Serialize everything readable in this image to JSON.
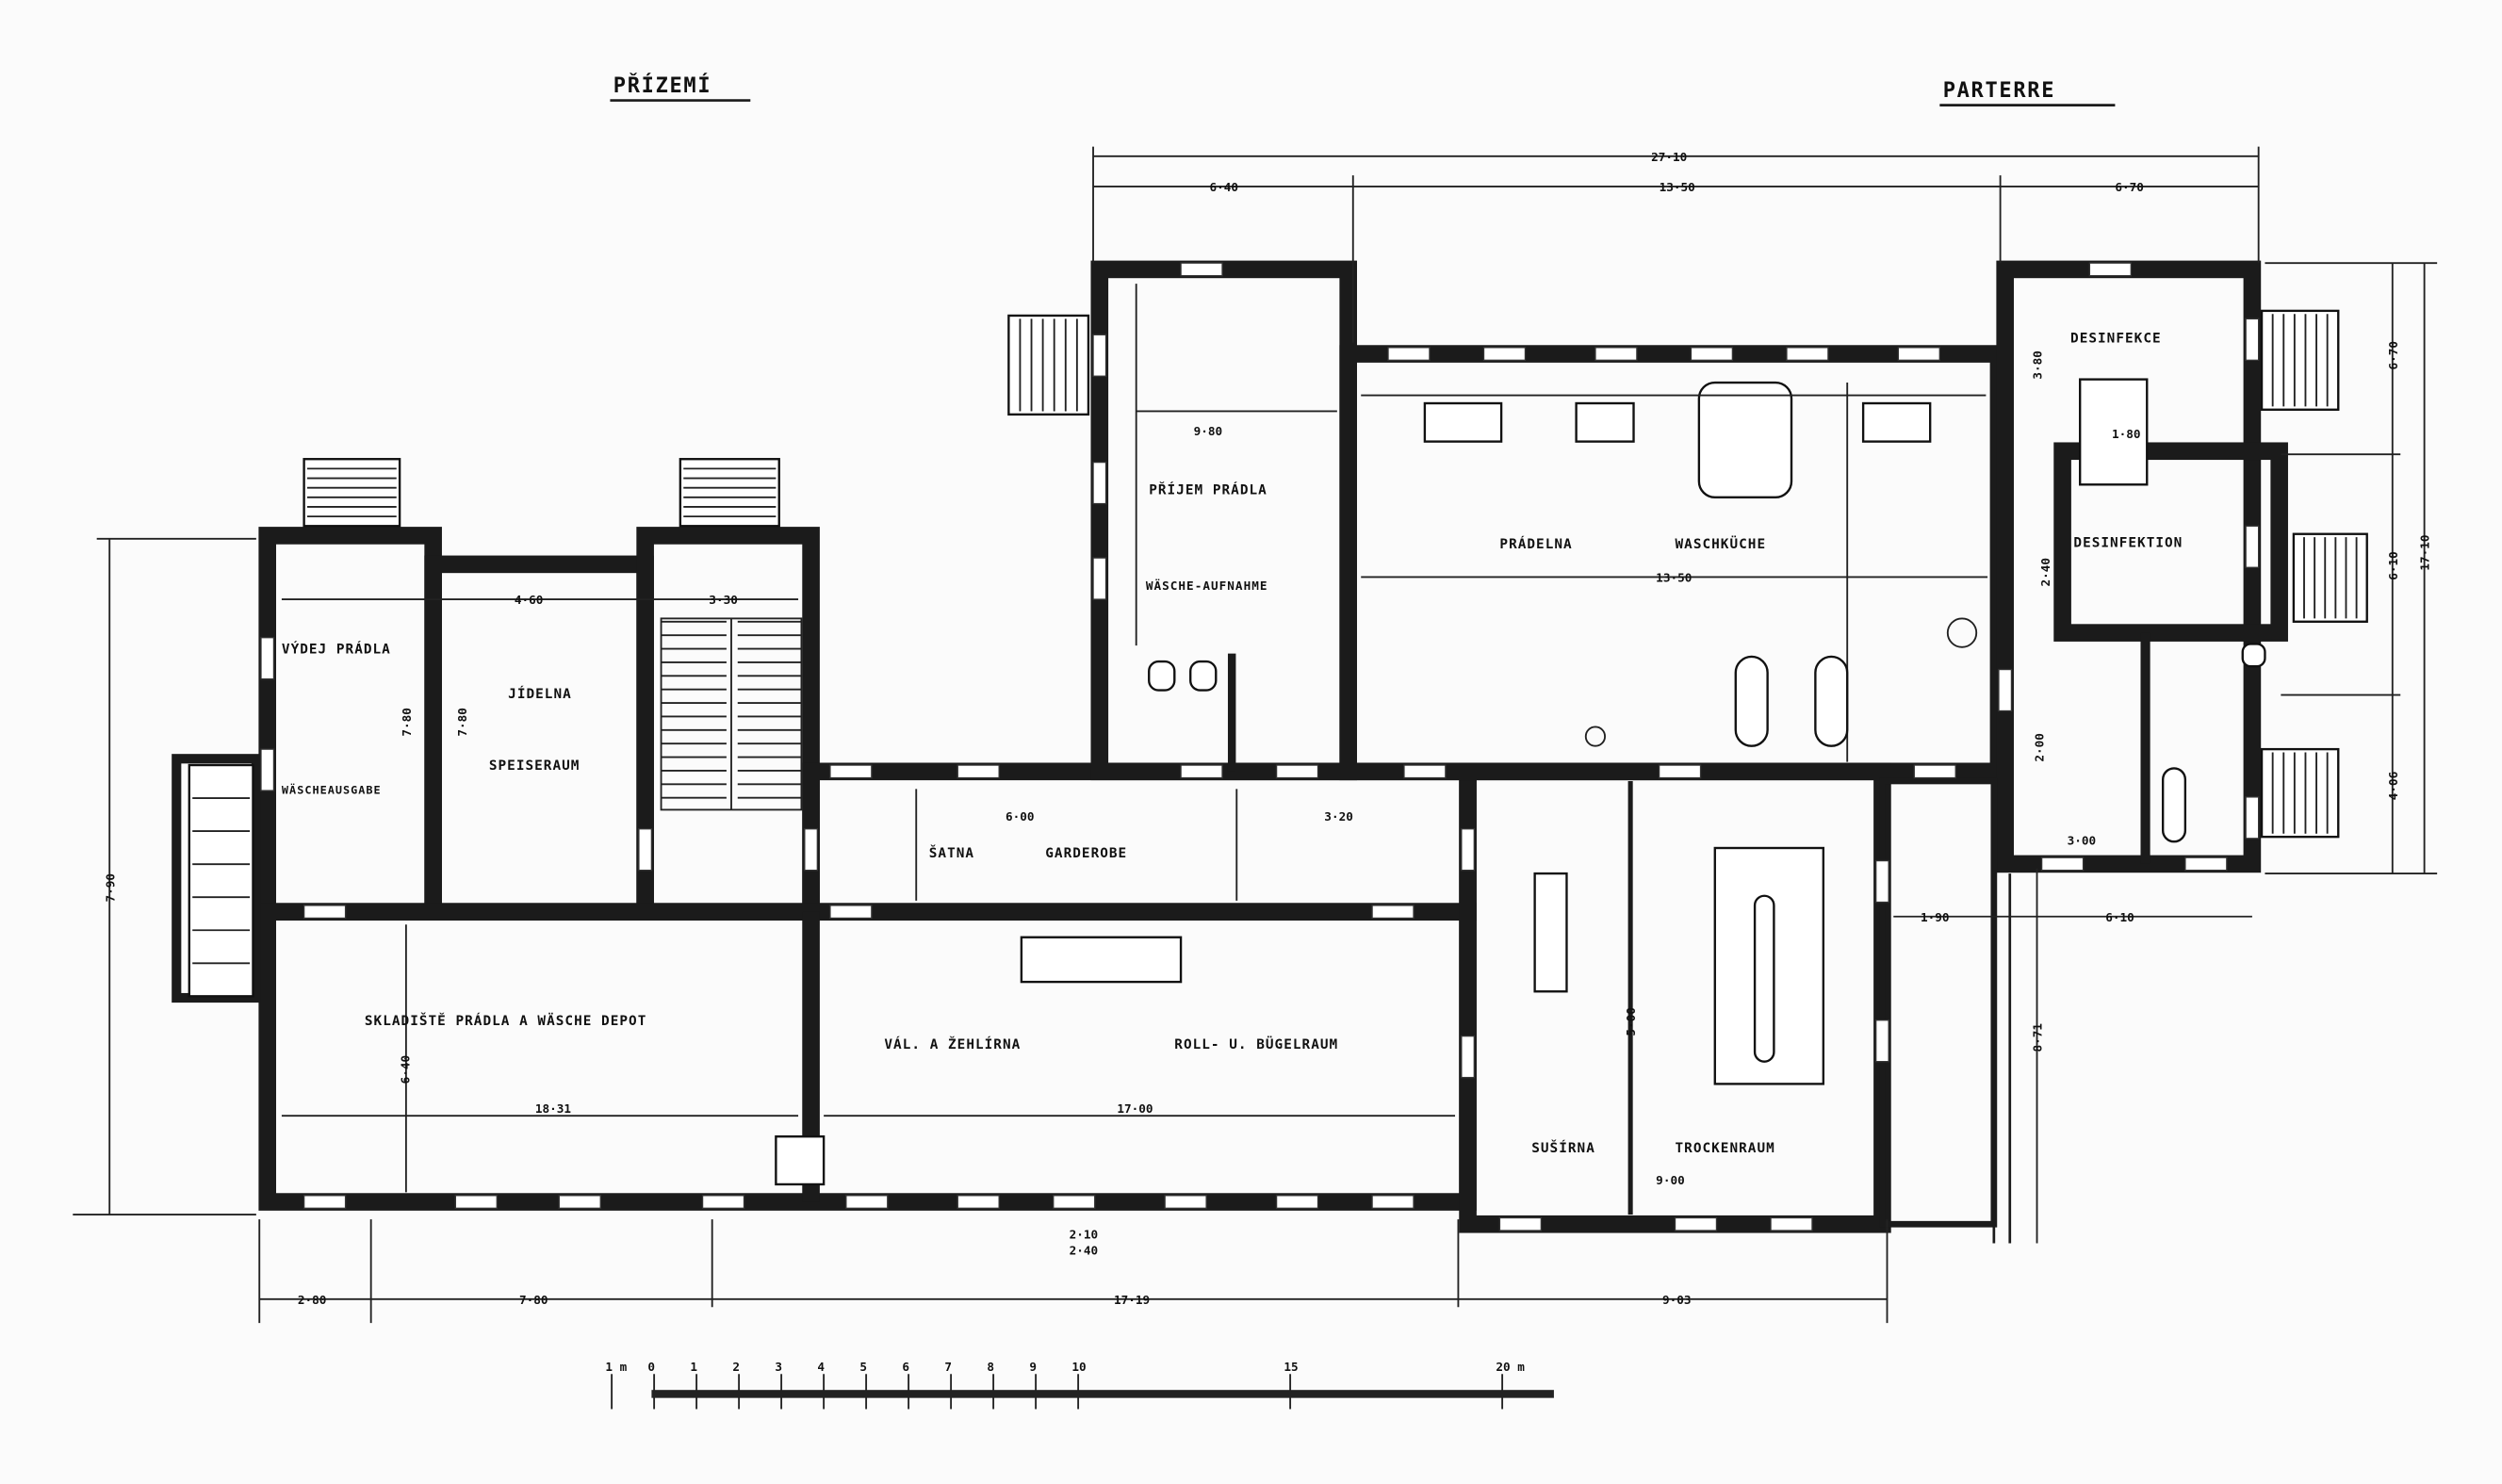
{
  "titles": {
    "czech": "PŘÍZEMÍ",
    "german": "PARTERRE"
  },
  "rooms": {
    "vydej_cz": "VÝDEJ PRÁDLA",
    "vydej_de": "WÄSCHEAUSGABE",
    "jidelna_cz": "JÍDELNA",
    "jidelna_de": "SPEISERAUM",
    "satna_cz": "ŠATNA",
    "satna_de": "GARDEROBE",
    "sklad": "SKLADIŠTĚ PRÁDLA A WÄSCHE DEPOT",
    "zehlirna_cz": "VÁL. A ŽEHLÍRNA",
    "zehlirna_de": "ROLL- U. BÜGELRAUM",
    "prijem_cz": "PŘÍJEM PRÁDLA",
    "prijem_de": "WÄSCHE-AUFNAHME",
    "pradelna_cz": "PRÁDELNA",
    "pradelna_de": "WASCHKÜCHE",
    "desinfekce_cz": "DESINFEKCE",
    "desinfekce_de": "DESINFEKTION",
    "susirna_cz": "SUŠÍRNA",
    "susirna_de": "TROCKENRAUM"
  },
  "dimensions": {
    "top_total": "27·10",
    "top_left": "6·40",
    "top_mid": "13·50",
    "top_right": "6·70",
    "right_a": "6·70",
    "right_b": "6·10",
    "right_c": "4·06",
    "right_total": "17·10",
    "left_total": "7·90",
    "bottom_a": "2·80",
    "bottom_b": "7·80",
    "bottom_c": "17·19",
    "bottom_d": "9·03",
    "entrance_a": "2·10",
    "entrance_b": "2·40",
    "prijem_w": "9·80",
    "pradelna_w": "13·50",
    "jidelna_w": "4·60",
    "stair_w": "3·30",
    "vydej_h": "7·80",
    "jidelna_h": "7·80",
    "satna_w": "6·00",
    "satna_w2": "3·20",
    "sklad_w": "18·31",
    "zehlirna_w": "17·00",
    "sklad_h": "6·40",
    "susirna_w": "9·00",
    "susirna_h": "5·00",
    "corridor_w": "1·90",
    "right_low_w": "6·10",
    "right_low_h": "8·71",
    "des_h1": "3·80",
    "des_h2": "2·40",
    "des_h3": "2·00",
    "des_w": "3·00",
    "des_w2": "1·80"
  },
  "scale_bar": {
    "labels": [
      {
        "v": 0,
        "t": "1 m"
      },
      {
        "v": 1,
        "t": "0"
      },
      {
        "v": 2,
        "t": "1"
      },
      {
        "v": 3,
        "t": "2"
      },
      {
        "v": 4,
        "t": "3"
      },
      {
        "v": 5,
        "t": "4"
      },
      {
        "v": 6,
        "t": "5"
      },
      {
        "v": 7,
        "t": "6"
      },
      {
        "v": 8,
        "t": "7"
      },
      {
        "v": 9,
        "t": "8"
      },
      {
        "v": 10,
        "t": "9"
      },
      {
        "v": 11,
        "t": "10"
      },
      {
        "v": 16,
        "t": "15"
      },
      {
        "v": 21,
        "t": "20 m"
      }
    ]
  }
}
